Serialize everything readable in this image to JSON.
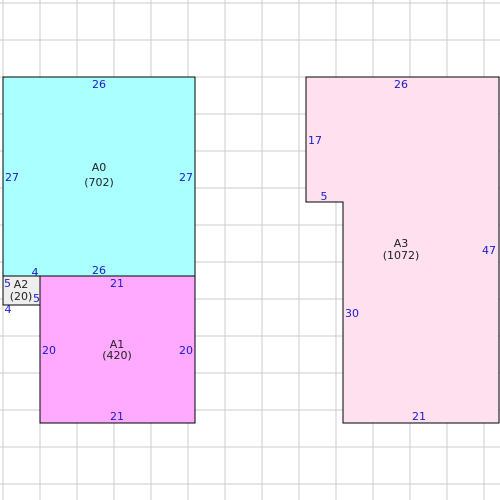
{
  "areas": [
    {
      "id": "a0",
      "name": "A0",
      "area": "(702)",
      "color": "#aaffff",
      "dimensions": {
        "top": "26",
        "left": "27",
        "right": "27",
        "bottom": "26"
      }
    },
    {
      "id": "a1",
      "name": "A1",
      "area": "(420)",
      "color": "#ffaaff",
      "dimensions": {
        "top": "21",
        "left": "20",
        "right": "20",
        "bottom": "21"
      }
    },
    {
      "id": "a2",
      "name": "A2",
      "area": "(20)",
      "color": "#eeeeee",
      "dimensions": {
        "top": "4",
        "left": "5",
        "right": "5",
        "bottom": "4"
      }
    },
    {
      "id": "a3",
      "name": "A3",
      "area": "(1072)",
      "color": "#ffe0ee",
      "dimensions": {
        "top": "26",
        "upper_left": "17",
        "step": "5",
        "lower_left": "30",
        "right": "47",
        "bottom": "21"
      }
    }
  ]
}
